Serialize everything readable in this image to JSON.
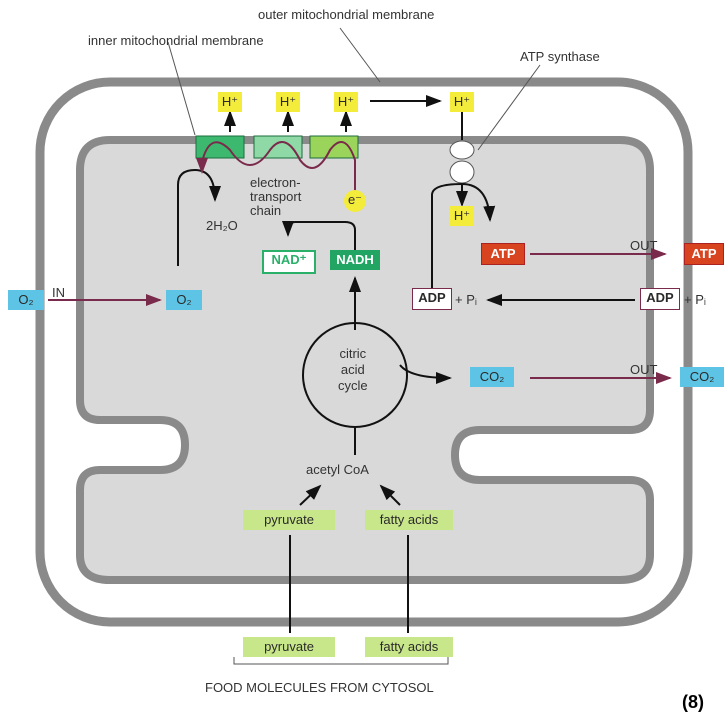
{
  "labels": {
    "outer_membrane": "outer mitochondrial membrane",
    "inner_membrane": "inner mitochondrial membrane",
    "atp_synthase": "ATP synthase",
    "etc": [
      "electron-",
      "transport",
      "chain"
    ],
    "water": "2H₂O",
    "citric": [
      "citric",
      "acid",
      "cycle"
    ],
    "acetyl": "acetyl CoA",
    "food": "FOOD MOLECULES FROM CYTOSOL",
    "figure_number": "(8)",
    "in": "IN",
    "out1": "OUT",
    "out2": "OUT",
    "plus_pi_in": "+ Pᵢ",
    "plus_pi_out": "+ Pᵢ"
  },
  "boxes": {
    "h": "H⁺",
    "e": "e⁻",
    "o2": "O₂",
    "nad": "NAD⁺",
    "nadh": "NADH",
    "atp": "ATP",
    "adp": "ADP",
    "co2": "CO₂",
    "pyruvate": "pyruvate",
    "fatty": "fatty acids"
  },
  "colors": {
    "proton": "#f4ec3a",
    "gas": "#5ec4e6",
    "food": "#c8e68a",
    "atp": "#d7441f",
    "nadh": "#22a463",
    "membrane": "#8a8a8a",
    "matrix": "#d9d9d9",
    "transport_arrow": "#7a2a4a"
  }
}
